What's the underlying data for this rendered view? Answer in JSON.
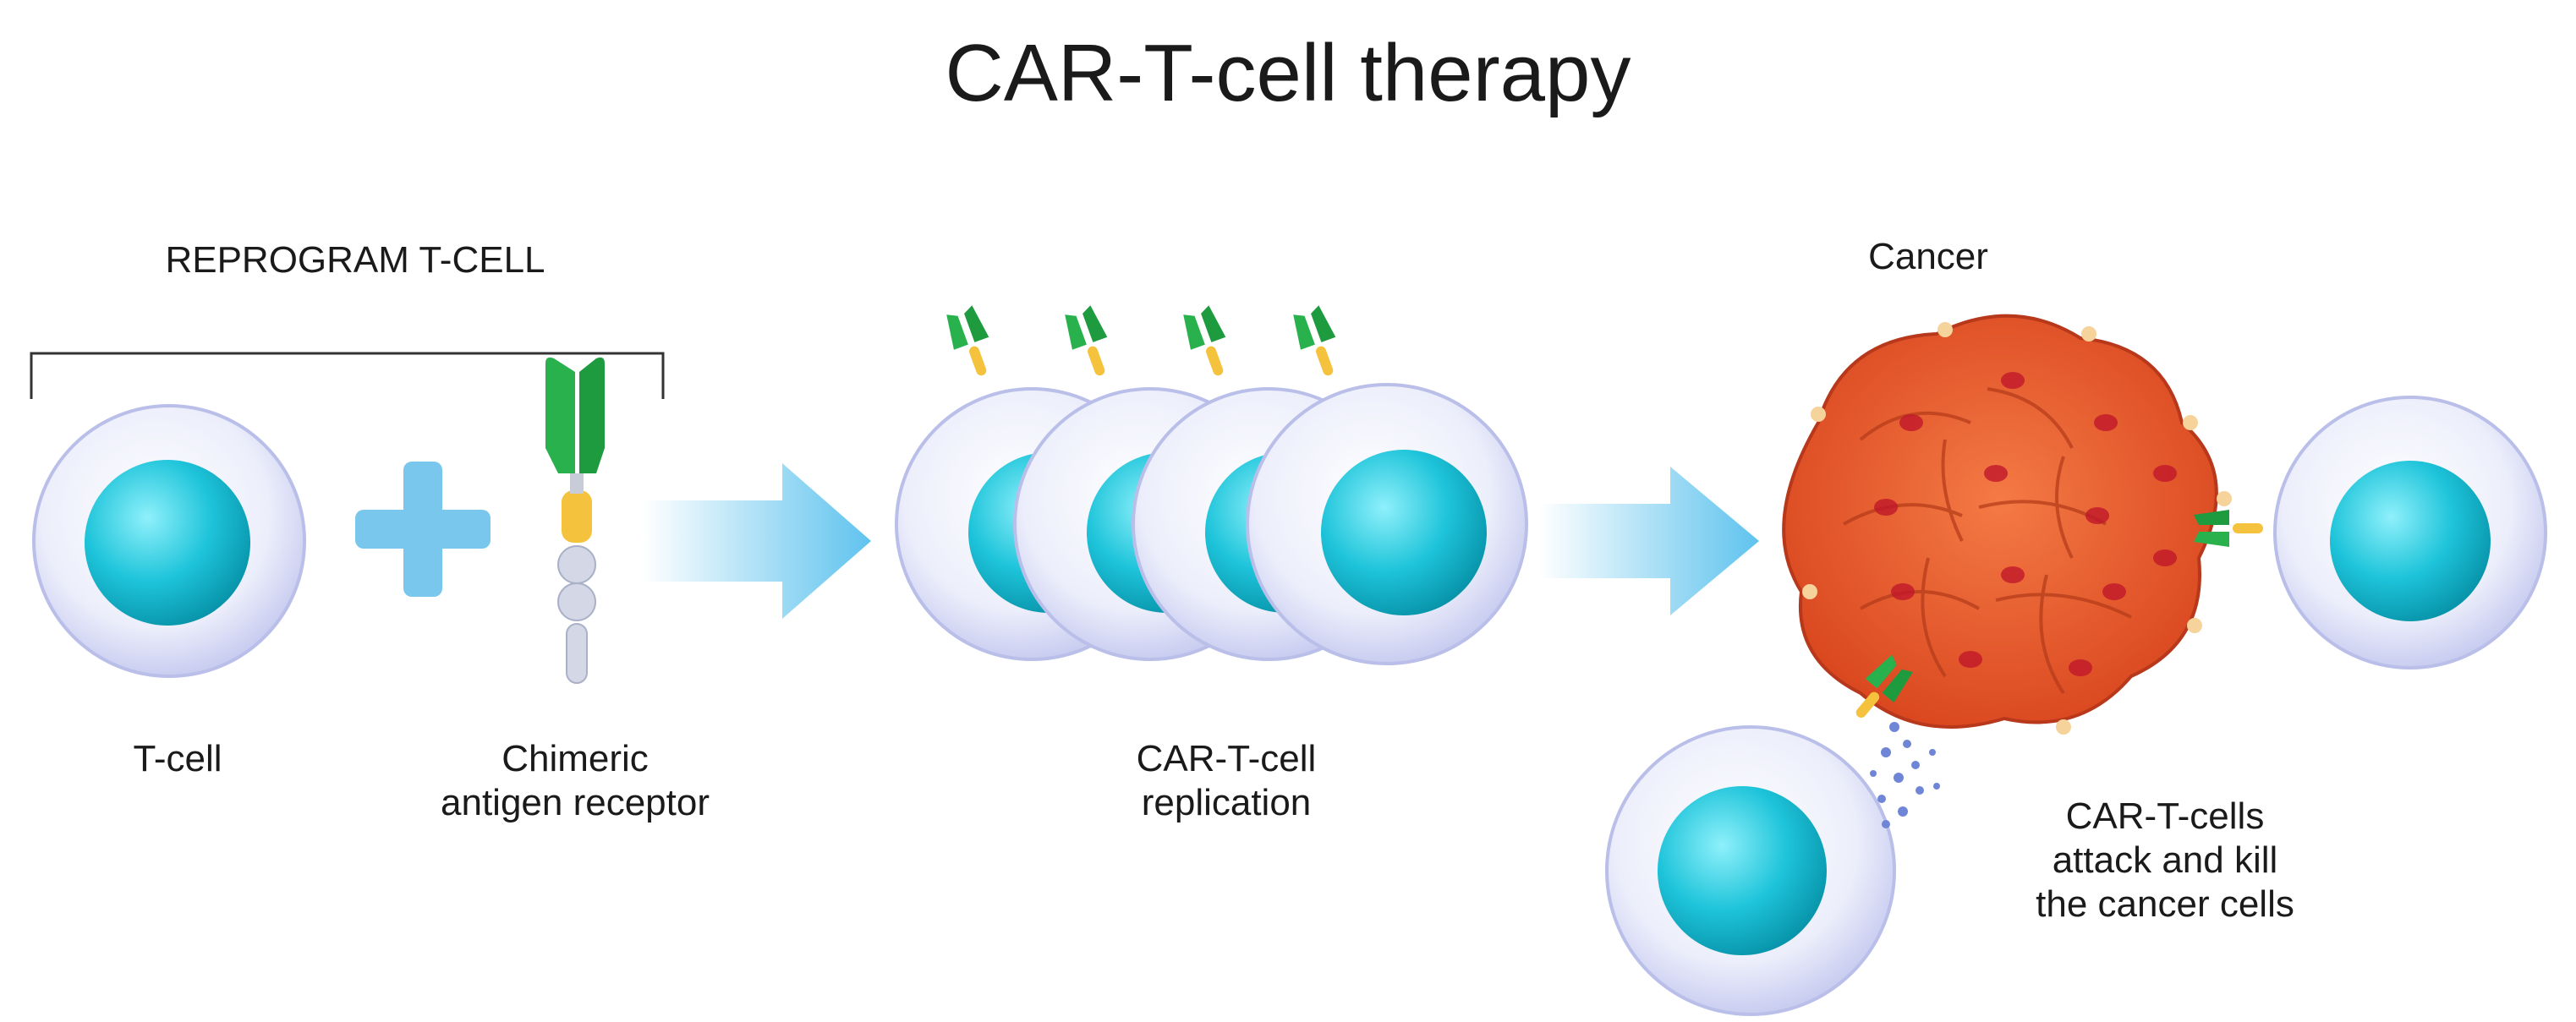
{
  "title": "CAR-T-cell therapy",
  "labels": {
    "reprogram": "REPROGRAM T-CELL",
    "t_cell": "T-cell",
    "car_line1": "Chimeric",
    "car_line2": "antigen receptor",
    "replication_line1": "CAR-T-cell",
    "replication_line2": "replication",
    "cancer": "Cancer",
    "attack_line1": "CAR-T-cells",
    "attack_line2": "attack and kill",
    "attack_line3": "the cancer cells"
  },
  "colors": {
    "cell_membrane": "#d9dcf5",
    "nucleus": "#1bc3d8",
    "arrow": "#6cc9ef",
    "receptor_green": "#27b24a",
    "receptor_yellow": "#f4c23c",
    "cancer": "#e8562a"
  }
}
